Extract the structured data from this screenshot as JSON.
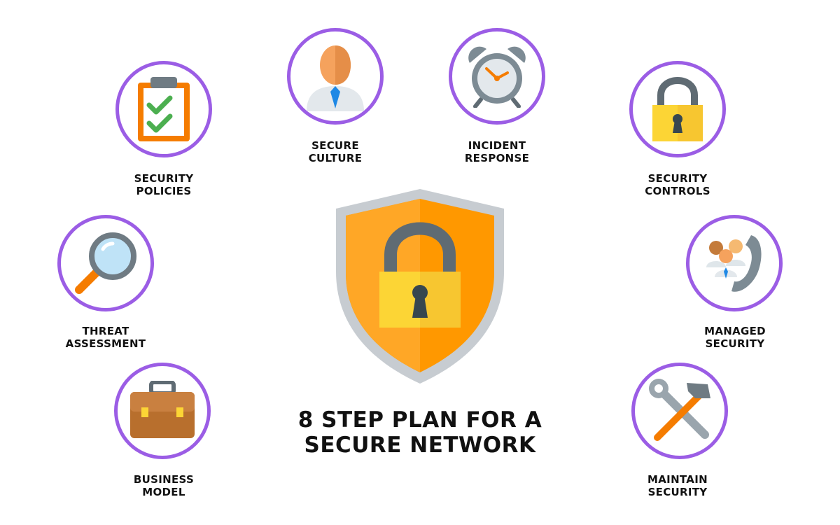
{
  "title": {
    "line1": "8 STEP PLAN FOR A",
    "line2": "SECURE NETWORK"
  },
  "steps": [
    {
      "line1": "SECURITY",
      "line2": "POLICIES",
      "icon": "clipboard-checklist-icon"
    },
    {
      "line1": "SECURE",
      "line2": "CULTURE",
      "icon": "businessman-icon"
    },
    {
      "line1": "INCIDENT",
      "line2": "RESPONSE",
      "icon": "alarm-clock-icon"
    },
    {
      "line1": "SECURITY",
      "line2": "CONTROLS",
      "icon": "padlock-icon"
    },
    {
      "line1": "THREAT",
      "line2": "ASSESSMENT",
      "icon": "magnifying-glass-icon"
    },
    {
      "line1": "MANAGED",
      "line2": "SECURITY",
      "icon": "team-phone-icon"
    },
    {
      "line1": "BUSINESS",
      "line2": "MODEL",
      "icon": "briefcase-icon"
    },
    {
      "line1": "MAINTAIN",
      "line2": "SECURITY",
      "icon": "wrench-hammer-icon"
    }
  ],
  "colors": {
    "circle_border": "#9b5de5",
    "shield_orange": "#ff9800",
    "shield_rim": "#c7ccd1",
    "lock_yellow": "#fcd535",
    "text": "#111111"
  }
}
